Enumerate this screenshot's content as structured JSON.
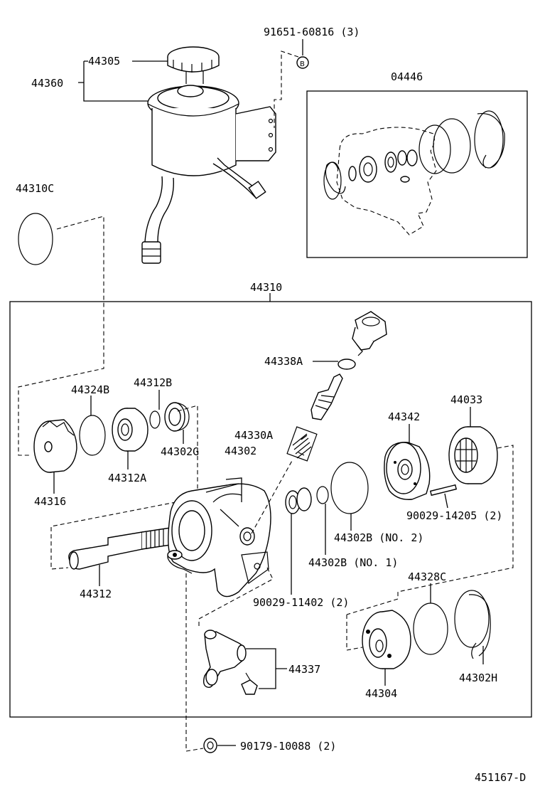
{
  "labels": {
    "l44305": "44305",
    "l44360": "44360",
    "l91651": "91651-60816 (3)",
    "lB": "B",
    "l04446": "04446",
    "l44310C": "44310C",
    "l44310": "44310",
    "l44338A": "44338A",
    "l44324B": "44324B",
    "l44312B": "44312B",
    "l44330A": "44330A",
    "l44302": "44302",
    "l44342": "44342",
    "l44033": "44033",
    "l44312A": "44312A",
    "l44302G": "44302G",
    "l44316": "44316",
    "l90029_14205": "90029-14205 (2)",
    "l44302B2": "44302B (NO. 2)",
    "l44302B1": "44302B (NO. 1)",
    "l44312": "44312",
    "l90029_11402": "90029-11402 (2)",
    "l44328C": "44328C",
    "l44337": "44337",
    "l44304": "44304",
    "l44302H": "44302H",
    "l90179": "90179-10088 (2)",
    "l451167": "451167-D"
  }
}
